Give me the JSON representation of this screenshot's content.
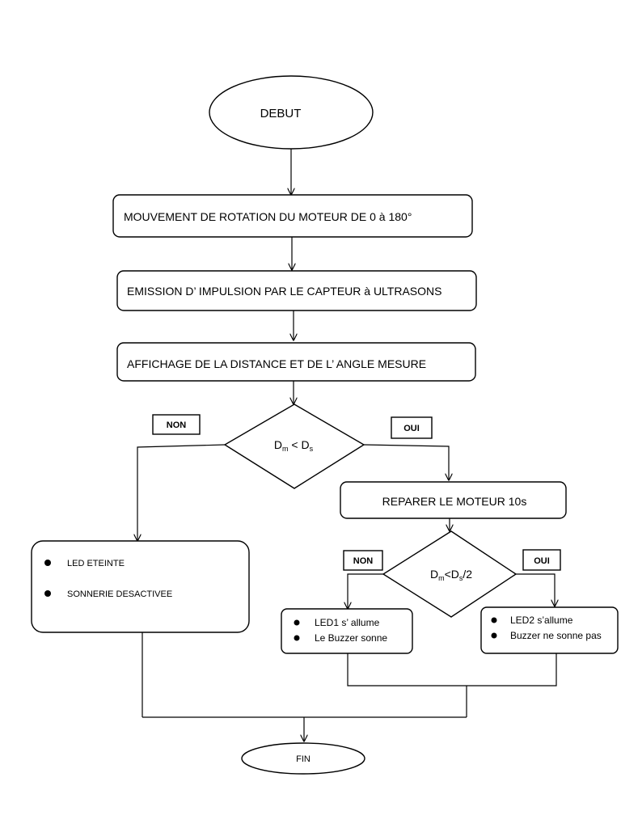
{
  "flowchart": {
    "start": {
      "label": "DEBUT"
    },
    "steps": [
      {
        "label": "MOUVEMENT DE ROTATION DU MOTEUR DE 0 à 180°"
      },
      {
        "label": "EMISSION D’ IMPULSION PAR LE CAPTEUR à ULTRASONS"
      },
      {
        "label": "AFFICHAGE DE LA DISTANCE ET  DE L’ ANGLE MESURE"
      }
    ],
    "decision1": {
      "var_main": "D",
      "var_sub": "m",
      "operator": " < ",
      "ref_main": "D",
      "ref_sub": "s",
      "suffix": "",
      "no_label": "NON",
      "yes_label": "OUI"
    },
    "no_branch": {
      "items": [
        "LED ETEINTE",
        "SONNERIE DESACTIVEE"
      ]
    },
    "yes_step": {
      "label": "REPARER LE MOTEUR 10s"
    },
    "decision2": {
      "var_main": "D",
      "var_sub": "m",
      "operator": "<",
      "ref_main": "D",
      "ref_sub": "s",
      "suffix": "/2",
      "no_label": "NON",
      "yes_label": "OUI"
    },
    "left_result": {
      "items": [
        "LED1 s’ allume",
        "Le Buzzer sonne"
      ]
    },
    "right_result": {
      "items": [
        "LED2 s’allume",
        "Buzzer ne sonne pas"
      ]
    },
    "end": {
      "label": "FIN"
    }
  }
}
